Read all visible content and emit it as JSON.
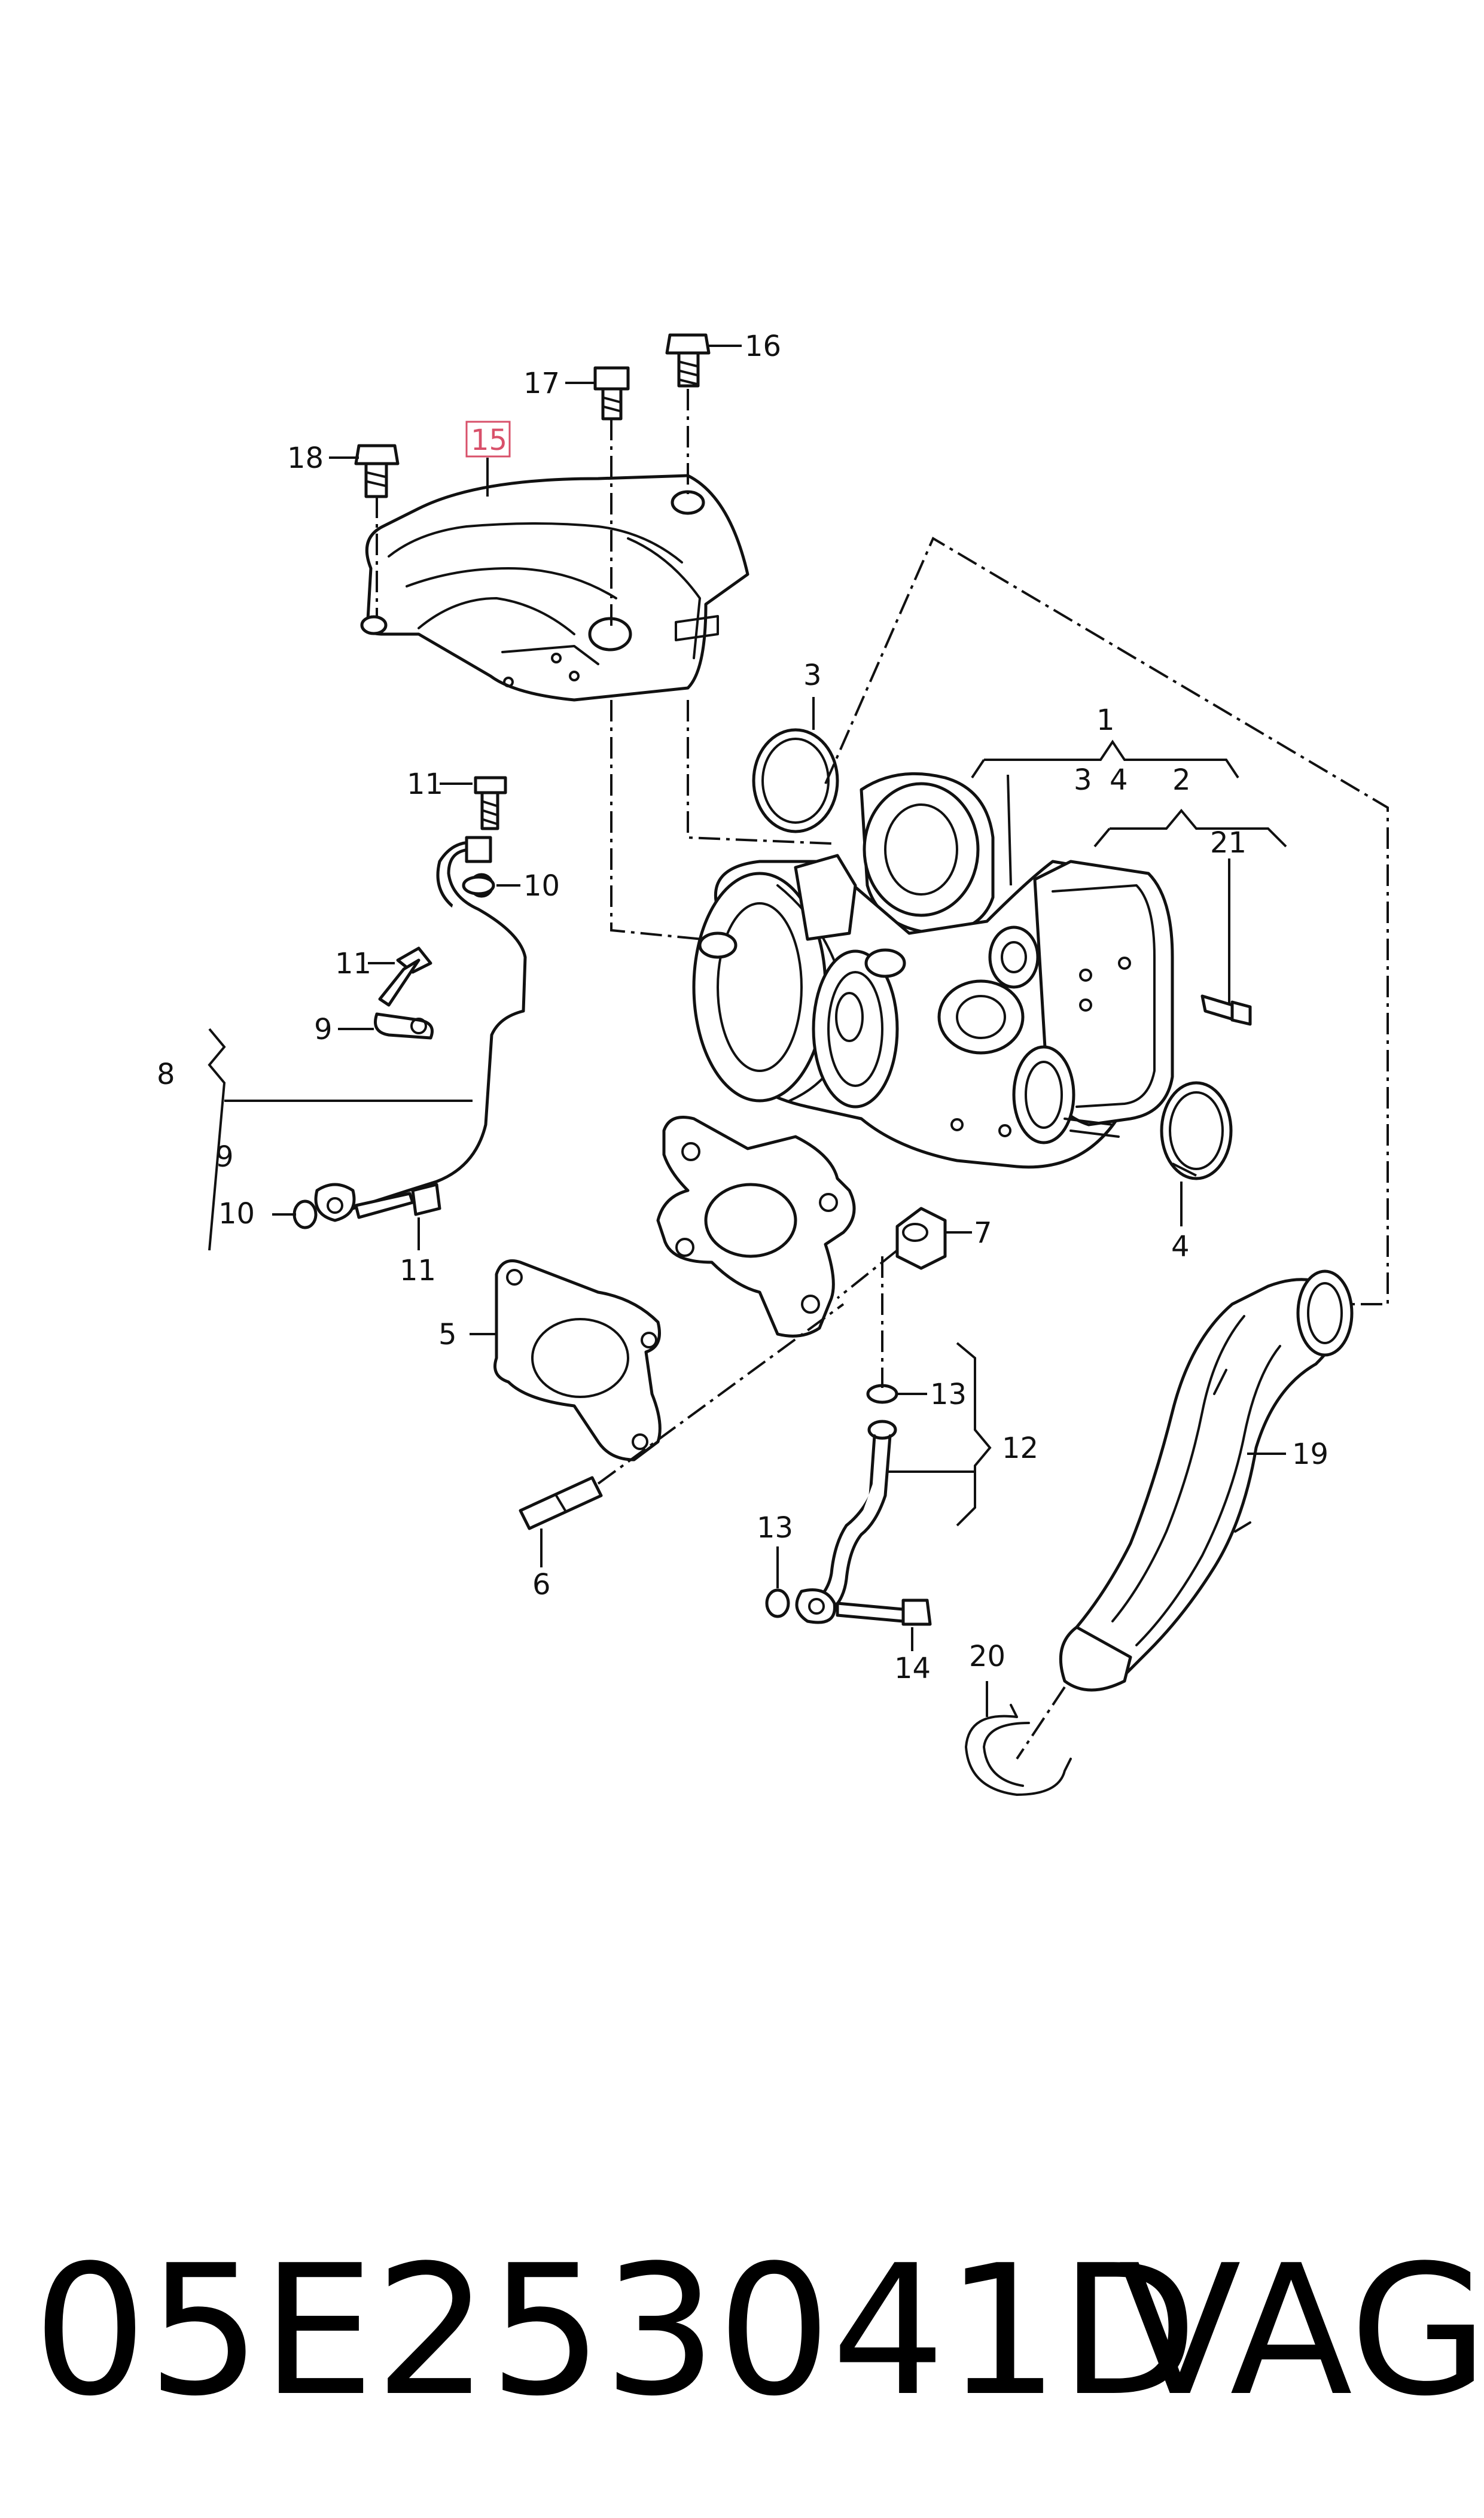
{
  "diagram": {
    "callouts": {
      "c1": "1",
      "c2": "2",
      "c3a": "3",
      "c3b": "3",
      "c4a": "4",
      "c4b": "4",
      "c5": "5",
      "c6": "6",
      "c7": "7",
      "c8": "8",
      "c9a": "9",
      "c9b": "9",
      "c10a": "10",
      "c10b": "10",
      "c11a": "11",
      "c11b": "11",
      "c11c": "11",
      "c12": "12",
      "c13a": "13",
      "c13b": "13",
      "c14": "14",
      "c15": "15",
      "c16": "16",
      "c17": "17",
      "c18": "18",
      "c19": "19",
      "c20": "20",
      "c21": "21"
    },
    "highlight_color": "#d8506a"
  },
  "footer": {
    "part_number": "05E253041D",
    "brand": "VAG"
  }
}
